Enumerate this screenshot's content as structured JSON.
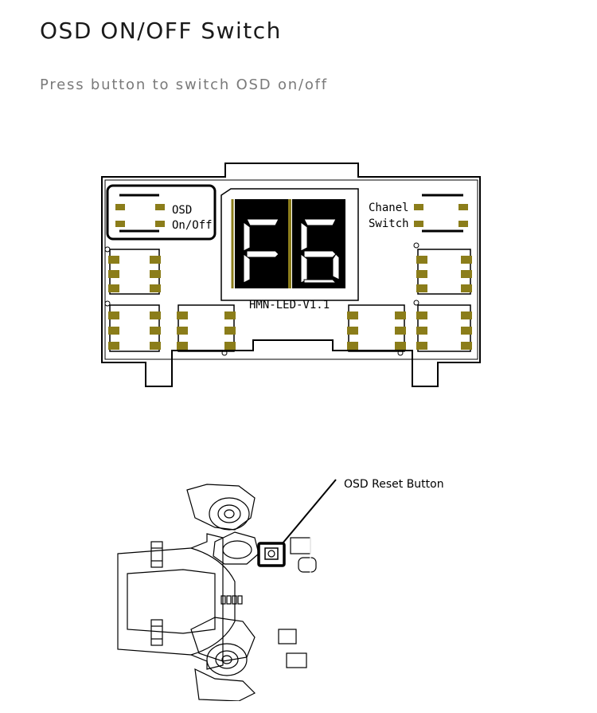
{
  "page": {
    "title": "OSD ON/OFF Switch",
    "subtitle": "Press button to switch OSD on/off"
  },
  "pcb": {
    "osd_label_line1": "OSD",
    "osd_label_line2": "On/Off",
    "chanel_label_line1": "Chanel",
    "chanel_label_line2": "Switch",
    "display_digits": "F6",
    "board_name": "HMN-LED-V1.1",
    "pad_color": "#8b7d1a"
  },
  "drone": {
    "callout_label": "OSD Reset Button"
  }
}
